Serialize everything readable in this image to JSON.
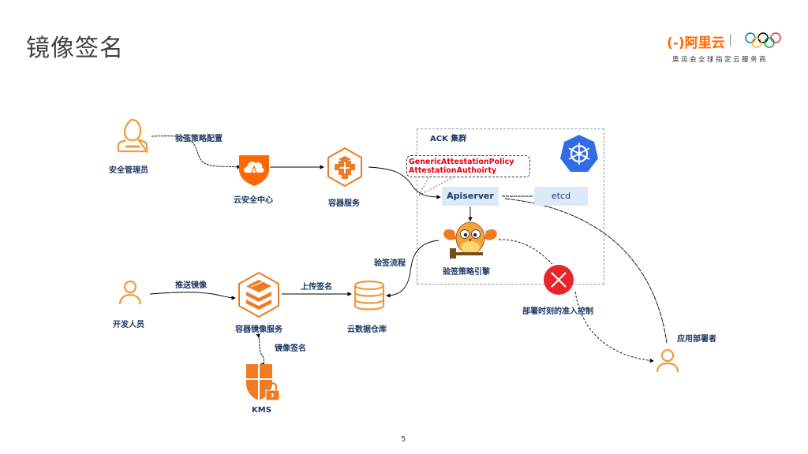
{
  "header": {
    "title": "镜像签名",
    "logo": {
      "brand_text": "阿里云",
      "brand_bracket": "(-)",
      "tagline": "奥运会全球指定云服务商",
      "brand_color": "#ff6a00",
      "olympic_ring_colors": [
        "#0081c8",
        "#fcb131",
        "#000000",
        "#00a651",
        "#ee334e"
      ]
    }
  },
  "diagram": {
    "nodes": {
      "security_admin": {
        "label": "安全管理员",
        "icon": "person-wrench-icon"
      },
      "cloud_security_center": {
        "label": "云安全中心",
        "icon": "shield-cloud-icon"
      },
      "container_service": {
        "label": "容器服务",
        "icon": "hexagon-cubes-icon"
      },
      "developer": {
        "label": "开发人员",
        "icon": "person-icon"
      },
      "container_registry": {
        "label": "容器镜像服务",
        "icon": "hexagon-layers-icon"
      },
      "cloud_data_warehouse": {
        "label": "云数据仓库",
        "icon": "database-icon"
      },
      "kms": {
        "label": "KMS",
        "icon": "shield-lock-icon"
      },
      "policy_engine": {
        "label": "验签策略引擎",
        "icon": "owl-gavel-icon"
      },
      "admission_control": {
        "label": "部署时刻的准入控制",
        "icon": "x-circle-icon"
      },
      "app_deployer": {
        "label": "应用部署者",
        "icon": "person-icon"
      },
      "apiserver": {
        "label": "Apiserver"
      },
      "etcd": {
        "label": "etcd"
      }
    },
    "cluster": {
      "title": "ACK 集群",
      "icon": "kubernetes-icon",
      "policy_lines": [
        "GenericAttestationPolicy",
        "AttestationAuthoirty"
      ]
    },
    "edge_labels": {
      "policy_config": "验签策略配置",
      "push_image": "推送镜像",
      "upload_signature": "上传签名",
      "image_signing": "镜像签名",
      "verify_flow": "验签流程"
    },
    "colors": {
      "accent_orange": "#ff6a00",
      "icon_orange": "#f09a3e",
      "label_navy": "#1f3864",
      "node_fill": "#dbeaf8",
      "policy_red": "#e60012",
      "k8s_blue": "#326ce5",
      "deny_red": "#e8242c"
    }
  },
  "footer": {
    "page_number": "5"
  }
}
